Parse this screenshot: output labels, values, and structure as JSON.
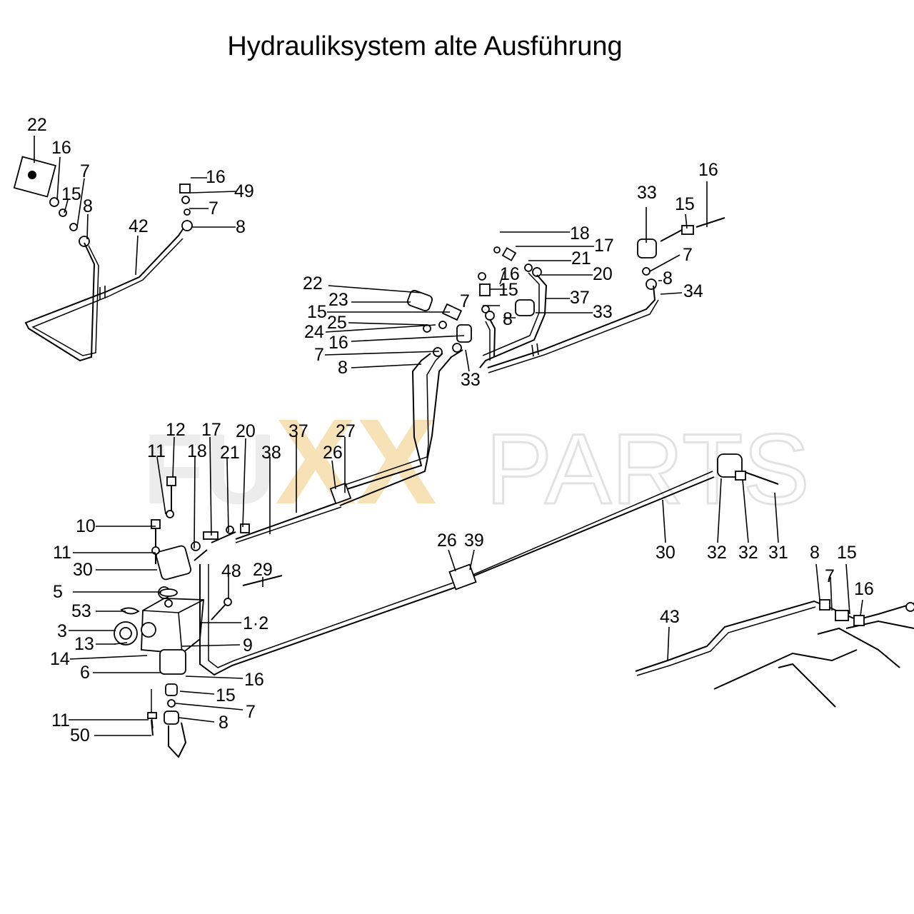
{
  "title": "Hydrauliksystem alte Ausführung",
  "watermark": {
    "part1": "FU",
    "part2": "XX",
    "part3": "PARTS"
  },
  "colors": {
    "watermark_gray": "#d6d6d6",
    "watermark_gold": "#f0c060",
    "line": "#000000"
  },
  "labels": [
    "22",
    "16",
    "7",
    "15",
    "8",
    "42",
    "16",
    "49",
    "7",
    "8",
    "18",
    "17",
    "21",
    "20",
    "16",
    "15",
    "7",
    "8",
    "37",
    "33",
    "22",
    "23",
    "15",
    "25",
    "24",
    "16",
    "7",
    "8",
    "33",
    "33",
    "15",
    "16",
    "7",
    "8",
    "34",
    "12",
    "17",
    "20",
    "37",
    "27",
    "11",
    "18",
    "21",
    "38",
    "26",
    "10",
    "11",
    "30",
    "5",
    "48",
    "29",
    "53",
    "1·2",
    "3",
    "13",
    "9",
    "14",
    "6",
    "16",
    "15",
    "7",
    "11",
    "8",
    "50",
    "26",
    "39",
    "30",
    "32",
    "32",
    "31",
    "8",
    "15",
    "7",
    "16",
    "43"
  ]
}
